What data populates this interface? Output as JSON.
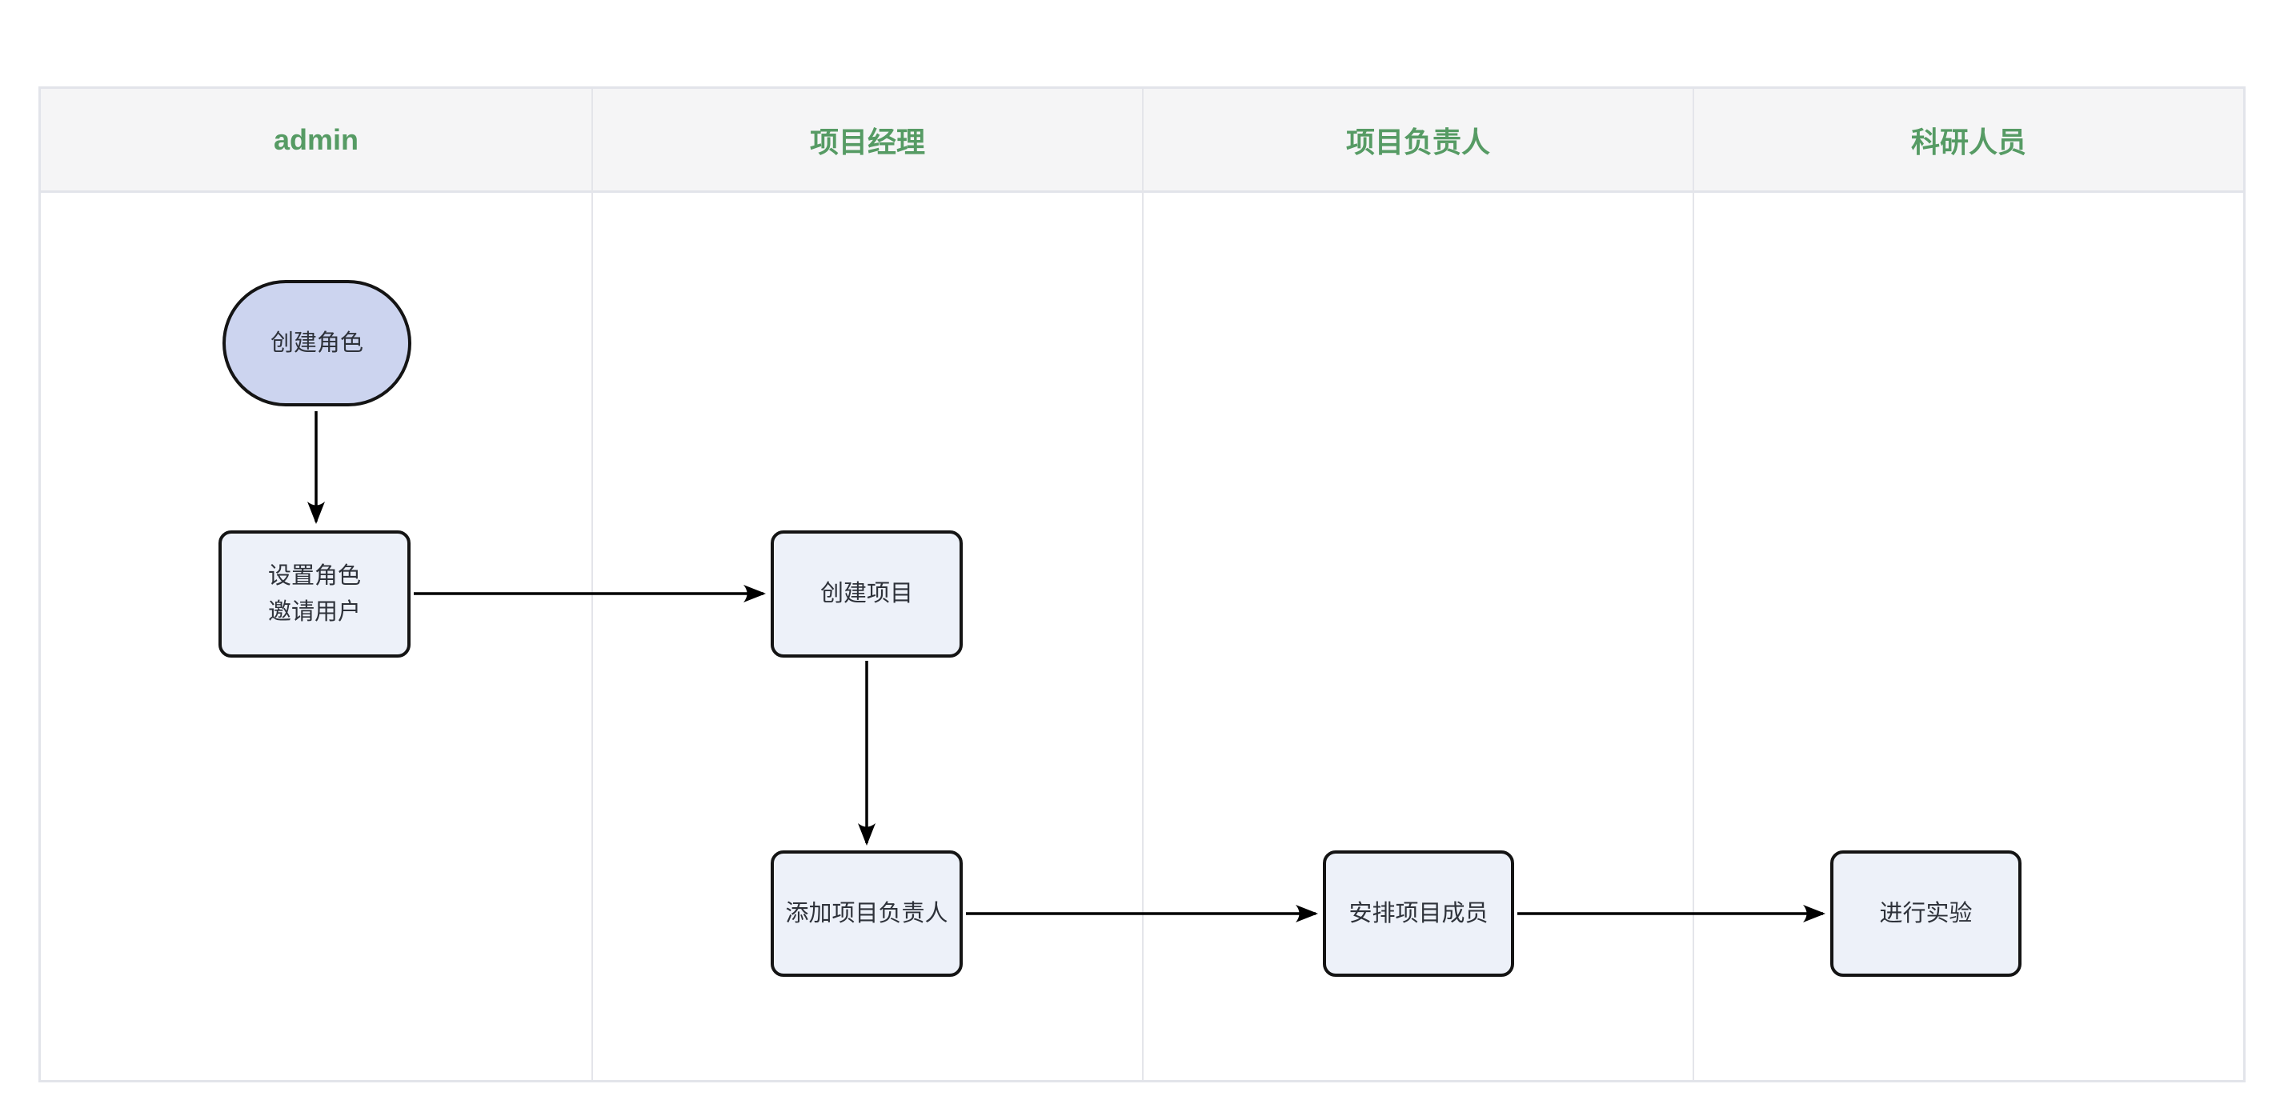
{
  "page": {
    "background": "#ffffff"
  },
  "diagram": {
    "type": "swimlane-flowchart",
    "header": {
      "background": "#f5f5f6",
      "text_color": "#569b64"
    },
    "table_border_color": "#e2e4ea",
    "edge_color": "#000000",
    "lanes": [
      {
        "label": "admin"
      },
      {
        "label": "项目经理"
      },
      {
        "label": "项目负责人"
      },
      {
        "label": "科研人员"
      }
    ],
    "nodes": [
      {
        "id": "create-role",
        "lane": "admin",
        "shape": "stadium",
        "label": "创建角色",
        "fill": "#ccd4ef",
        "border": "#141414"
      },
      {
        "id": "set-role-invite-users",
        "lane": "admin",
        "shape": "rect",
        "lines": [
          "设置角色",
          "邀请用户"
        ],
        "fill": "#edf1f9",
        "border": "#141414"
      },
      {
        "id": "create-project",
        "lane": "项目经理",
        "shape": "rect",
        "label": "创建项目",
        "fill": "#edf1f9",
        "border": "#141414"
      },
      {
        "id": "add-project-leader",
        "lane": "项目经理",
        "shape": "rect",
        "label": "添加项目负责人",
        "fill": "#edf1f9",
        "border": "#141414"
      },
      {
        "id": "arrange-project-members",
        "lane": "项目负责人",
        "shape": "rect",
        "label": "安排项目成员",
        "fill": "#edf1f9",
        "border": "#141414"
      },
      {
        "id": "run-experiment",
        "lane": "科研人员",
        "shape": "rect",
        "label": "进行实验",
        "fill": "#edf1f9",
        "border": "#141414"
      }
    ],
    "edges": [
      {
        "from": "create-role",
        "to": "set-role-invite-users",
        "direction": "down"
      },
      {
        "from": "set-role-invite-users",
        "to": "create-project",
        "direction": "right"
      },
      {
        "from": "create-project",
        "to": "add-project-leader",
        "direction": "down"
      },
      {
        "from": "add-project-leader",
        "to": "arrange-project-members",
        "direction": "right"
      },
      {
        "from": "arrange-project-members",
        "to": "run-experiment",
        "direction": "right"
      }
    ]
  }
}
